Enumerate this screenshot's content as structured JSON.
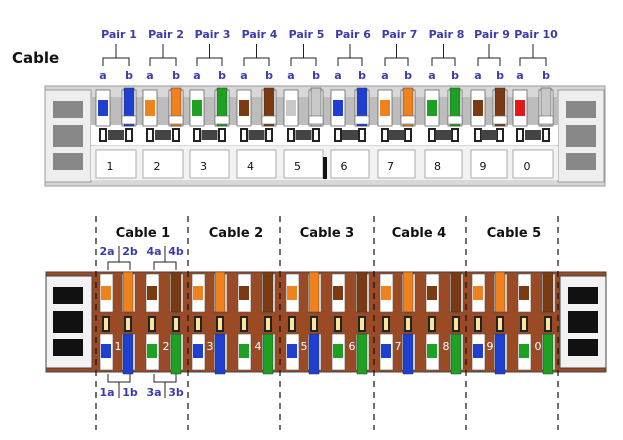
{
  "title": "Cable",
  "top": {
    "pairs": [
      {
        "label": "Pair 1",
        "a": "a",
        "b": "b",
        "a_color": "#1f3fd0",
        "b_color": "#1f3fd0"
      },
      {
        "label": "Pair 2",
        "a": "a",
        "b": "b",
        "a_color": "#f0821e",
        "b_color": "#f0821e"
      },
      {
        "label": "Pair 3",
        "a": "a",
        "b": "b",
        "a_color": "#1ea022",
        "b_color": "#1ea022"
      },
      {
        "label": "Pair 4",
        "a": "a",
        "b": "b",
        "a_color": "#7a3a12",
        "b_color": "#7a3a12"
      },
      {
        "label": "Pair 5",
        "a": "a",
        "b": "b",
        "a_color": "#c8c8c8",
        "b_color": "#c8c8c8"
      },
      {
        "label": "Pair 6",
        "a": "a",
        "b": "b",
        "a_color": "#1f3fd0",
        "b_color": "#1f3fd0"
      },
      {
        "label": "Pair 7",
        "a": "a",
        "b": "b",
        "a_color": "#f0821e",
        "b_color": "#f0821e"
      },
      {
        "label": "Pair 8",
        "a": "a",
        "b": "b",
        "a_color": "#1ea022",
        "b_color": "#1ea022"
      },
      {
        "label": "Pair 9",
        "a": "a",
        "b": "b",
        "a_color": "#7a3a12",
        "b_color": "#7a3a12"
      },
      {
        "label": "Pair 10",
        "a": "a",
        "b": "b",
        "a_color": "#e01a1a",
        "b_color": "#c8c8c8"
      }
    ],
    "numbers": [
      "1",
      "2",
      "3",
      "4",
      "5",
      "6",
      "7",
      "8",
      "9",
      "0"
    ]
  },
  "bottom": {
    "cables": [
      "Cable 1",
      "Cable 2",
      "Cable 3",
      "Cable 4",
      "Cable 5"
    ],
    "top_wire_labels": [
      "2a",
      "2b",
      "4a",
      "4b"
    ],
    "bottom_wire_labels": [
      "1a",
      "1b",
      "3a",
      "3b"
    ],
    "numbers": [
      "1",
      "2",
      "3",
      "4",
      "5",
      "6",
      "7",
      "8",
      "9",
      "0"
    ]
  },
  "colors": {
    "label_blue": "#3b3bb0",
    "block_brown": "#9a4a24",
    "block_grey": "#d8d8d8",
    "blue": "#1f3fd0",
    "orange": "#f0821e",
    "green": "#1ea022",
    "brown": "#7a3a12",
    "grey": "#c8c8c8",
    "red": "#e01a1a"
  }
}
